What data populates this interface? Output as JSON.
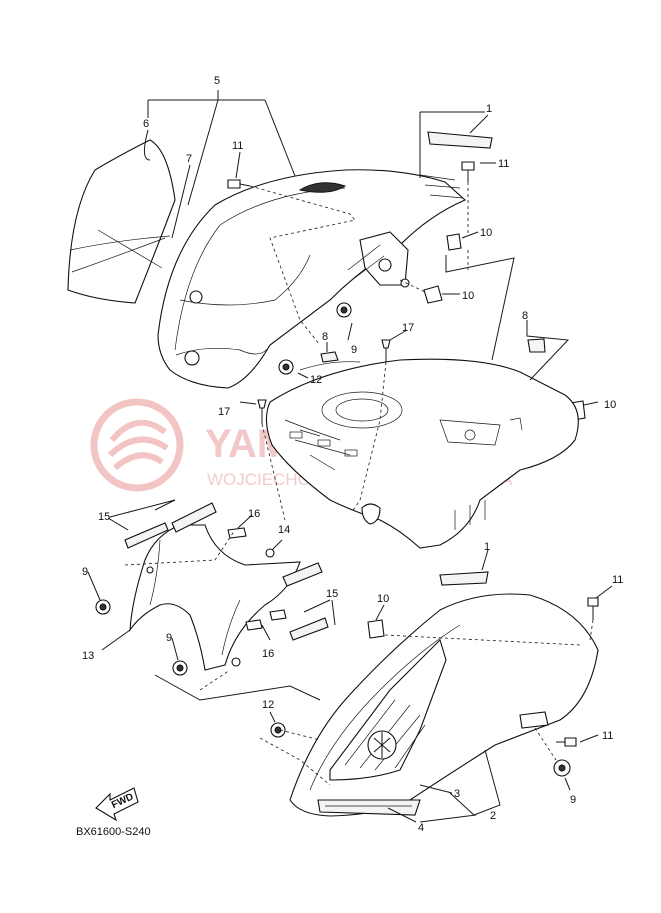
{
  "diagram": {
    "code": "BX61600-S240",
    "fwd_label": "FWD",
    "watermark": {
      "brand": "YAMASKLEP.PL",
      "dealer": "WOJCIECHOWSKI - DEALER YAMAHA"
    },
    "callouts": [
      {
        "id": "c5",
        "text": "5"
      },
      {
        "id": "c6",
        "text": "6"
      },
      {
        "id": "c7",
        "text": "7"
      },
      {
        "id": "c11a",
        "text": "11"
      },
      {
        "id": "c1a",
        "text": "1"
      },
      {
        "id": "c11b",
        "text": "11"
      },
      {
        "id": "c10a",
        "text": "10"
      },
      {
        "id": "c10b",
        "text": "10"
      },
      {
        "id": "c8a",
        "text": "8"
      },
      {
        "id": "c9a",
        "text": "9"
      },
      {
        "id": "c17a",
        "text": "17"
      },
      {
        "id": "c8b",
        "text": "8"
      },
      {
        "id": "c12a",
        "text": "12"
      },
      {
        "id": "c17b",
        "text": "17"
      },
      {
        "id": "c10c",
        "text": "10"
      },
      {
        "id": "c15a",
        "text": "15"
      },
      {
        "id": "c16a",
        "text": "16"
      },
      {
        "id": "c14",
        "text": "14"
      },
      {
        "id": "c9b",
        "text": "9"
      },
      {
        "id": "c15b",
        "text": "15"
      },
      {
        "id": "c13",
        "text": "13"
      },
      {
        "id": "c16b",
        "text": "16"
      },
      {
        "id": "c9c",
        "text": "9"
      },
      {
        "id": "c1b",
        "text": "1"
      },
      {
        "id": "c10d",
        "text": "10"
      },
      {
        "id": "c11c",
        "text": "11"
      },
      {
        "id": "c12b",
        "text": "12"
      },
      {
        "id": "c11d",
        "text": "11"
      },
      {
        "id": "c3",
        "text": "3"
      },
      {
        "id": "c2",
        "text": "2"
      },
      {
        "id": "c4",
        "text": "4"
      },
      {
        "id": "c9d",
        "text": "9"
      }
    ]
  }
}
